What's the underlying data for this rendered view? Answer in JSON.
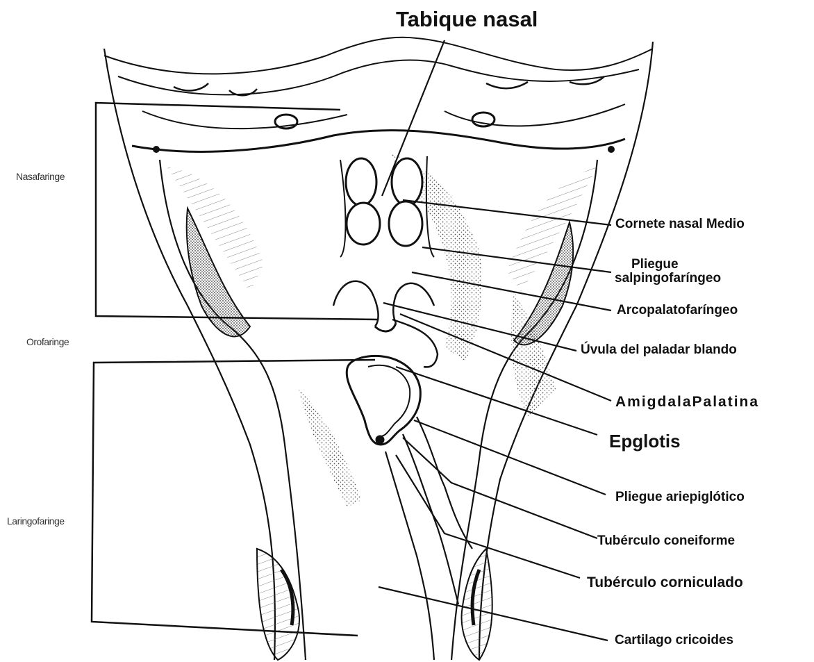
{
  "diagram": {
    "title_label": "Tabique nasal",
    "regions": {
      "nasopharynx": "Nasafaringe",
      "oropharynx": "Orofaringe",
      "laryngopharynx": "Laringofaringe"
    },
    "structures": {
      "middle_turbinate": "Cornete  nasal Medio",
      "salpingopharyngeal_fold_line1": "Pliegue",
      "salpingopharyngeal_fold_line2": "salpingofaríngeo",
      "palatopharyngeal_arch": "Arcopalatofaríngeo",
      "uvula": "Úvula del paladar blando",
      "palatine_tonsil": "AmigdalaPalatina",
      "epiglottis": "Epglotis",
      "aryepiglottic_fold": "Pliegue ariepiglótico",
      "cuneiform_tubercle": "Tubérculo coneiforme",
      "corniculate_tubercle": "Tubérculo corniculado",
      "cricoid_cartilage": "Cartilago cricoides"
    },
    "colors": {
      "ink": "#111111",
      "shading": "#555555",
      "background": "#ffffff"
    }
  }
}
